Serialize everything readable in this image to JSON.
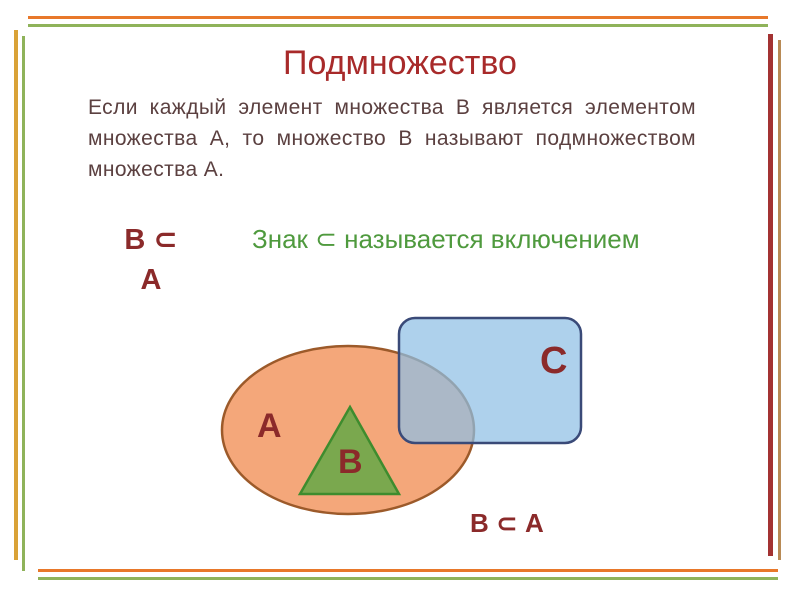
{
  "slide": {
    "title": "Подмножество",
    "definition": "Если каждый элемент множества В является элементом множества А, то множество В называют подмножеством множества А.",
    "notation_left_line1": "В ⊂",
    "notation_left_line2": "А",
    "sign_note": "Знак ⊂ называется включением",
    "notation_bottom": "В ⊂ А"
  },
  "diagram": {
    "set_a_label": "А",
    "set_b_label": "В",
    "set_c_label": "С"
  },
  "colors": {
    "title": "#a82a2a",
    "set_a_fill": "#f4a77a",
    "set_a_stroke": "#9c5a2a",
    "set_b_fill": "#7aa84e",
    "set_b_stroke": "#3e8c2e",
    "set_c_fill": "#8fbfe4",
    "set_c_stroke": "#3a4a78",
    "sign_note": "#4f9a3e"
  }
}
